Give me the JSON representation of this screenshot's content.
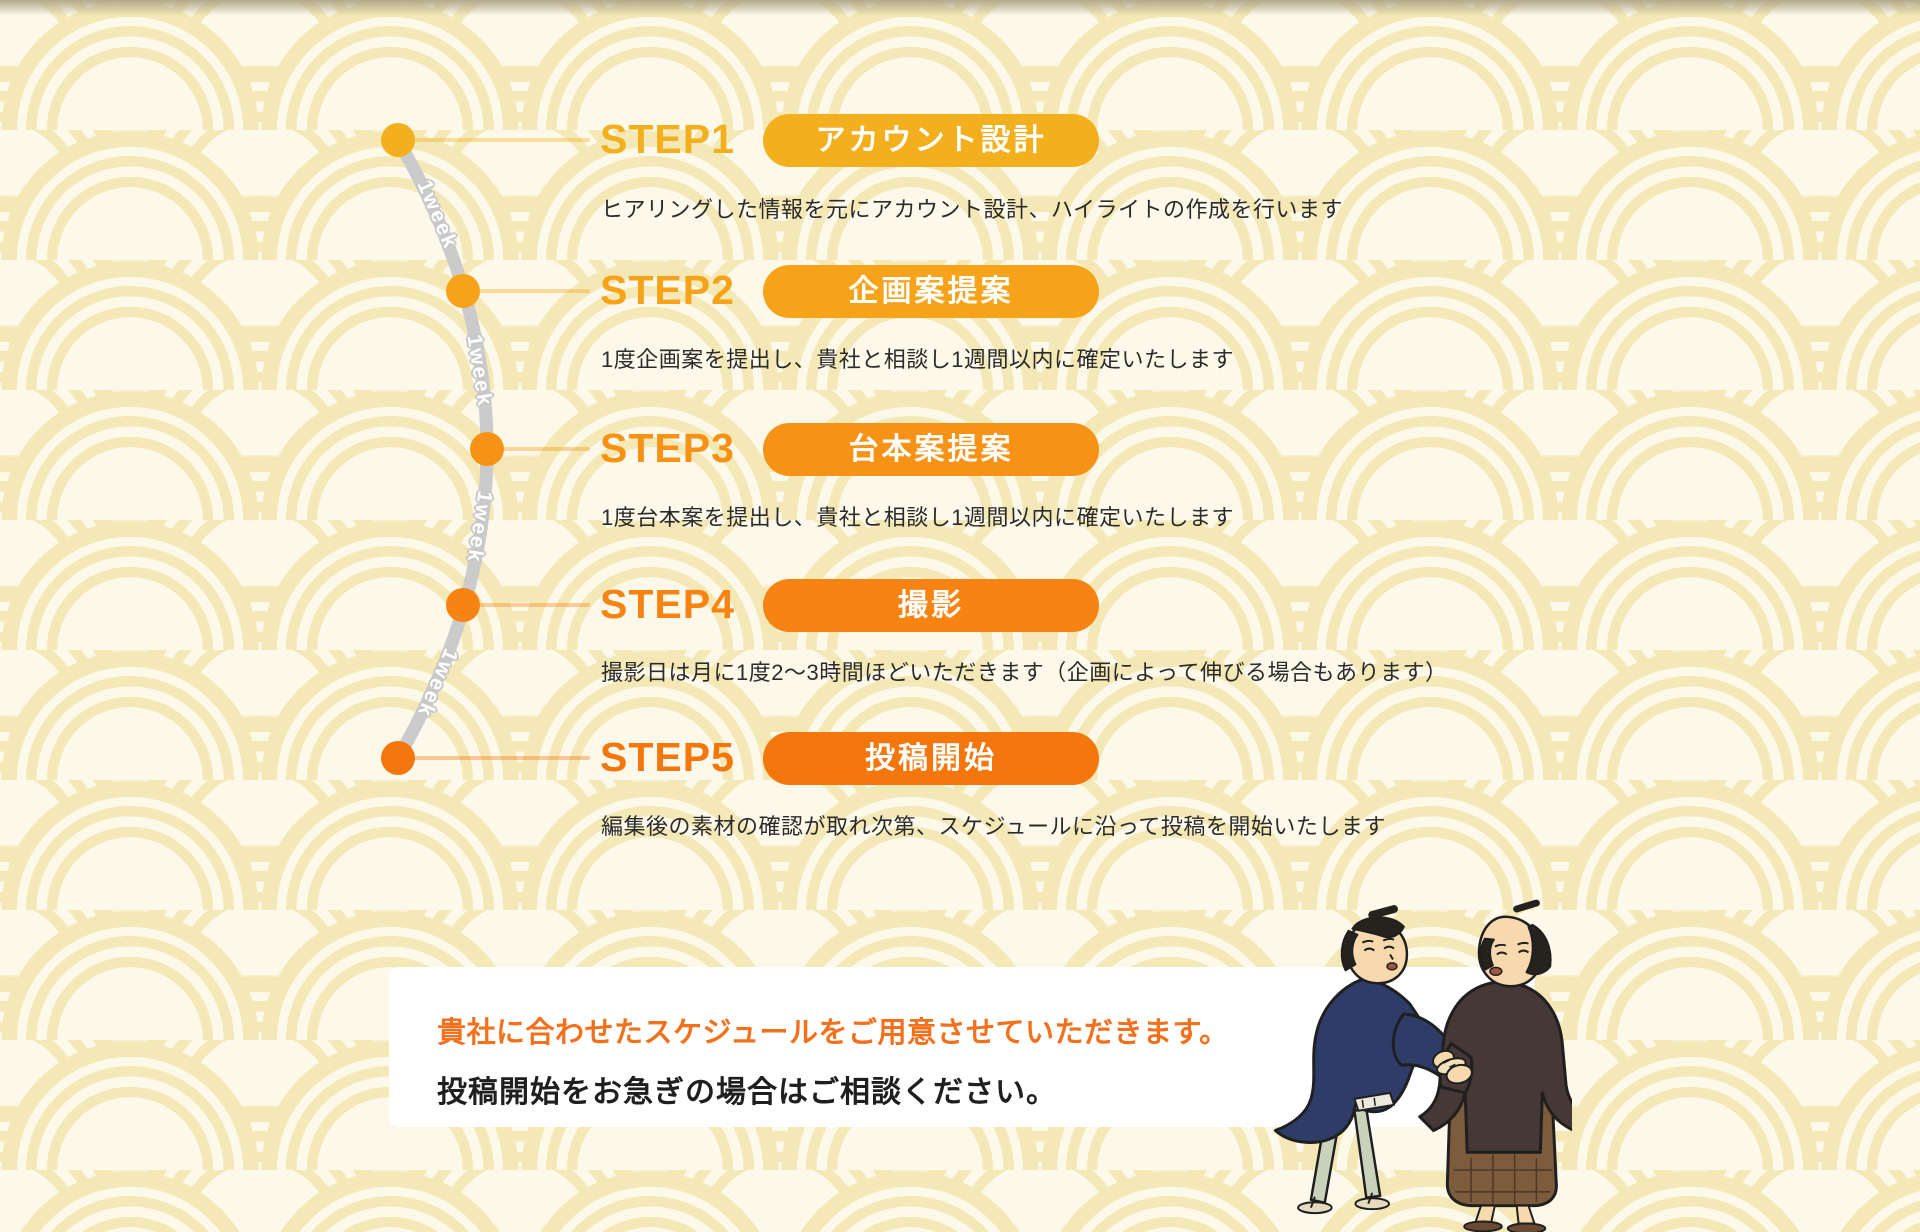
{
  "timeline": {
    "line_color": "#cbcbcb",
    "week_label": "1week",
    "steps": [
      {
        "label": "STEP1",
        "badge": "アカウント設計",
        "desc": "ヒアリングした情報を元にアカウント設計、ハイライトの作成を行います",
        "color": "#f3b01e"
      },
      {
        "label": "STEP2",
        "badge": "企画案提案",
        "desc": "1度企画案を提出し、貴社と相談し1週間以内に確定いたします",
        "color": "#f6a31a"
      },
      {
        "label": "STEP3",
        "badge": "台本案提案",
        "desc": "1度台本案を提出し、貴社と相談し1週間以内に確定いたします",
        "color": "#f69316"
      },
      {
        "label": "STEP4",
        "badge": "撮影",
        "desc": "撮影日は月に1度2〜3時間ほどいただきます（企画によって伸びる場合もあります）",
        "color": "#f68312"
      },
      {
        "label": "STEP5",
        "badge": "投稿開始",
        "desc": "編集後の素材の確認が取れ次第、スケジュールに沿って投稿を開始いたします",
        "color": "#f3770d"
      }
    ]
  },
  "note": {
    "line1": "貴社に合わせたスケジュールをご用意させていただきます。",
    "line2": "投稿開始をお急ぎの場合はご相談ください。",
    "line1_color": "#f3701d"
  },
  "illustration": {
    "name": "two-edo-merchants-handshake"
  }
}
